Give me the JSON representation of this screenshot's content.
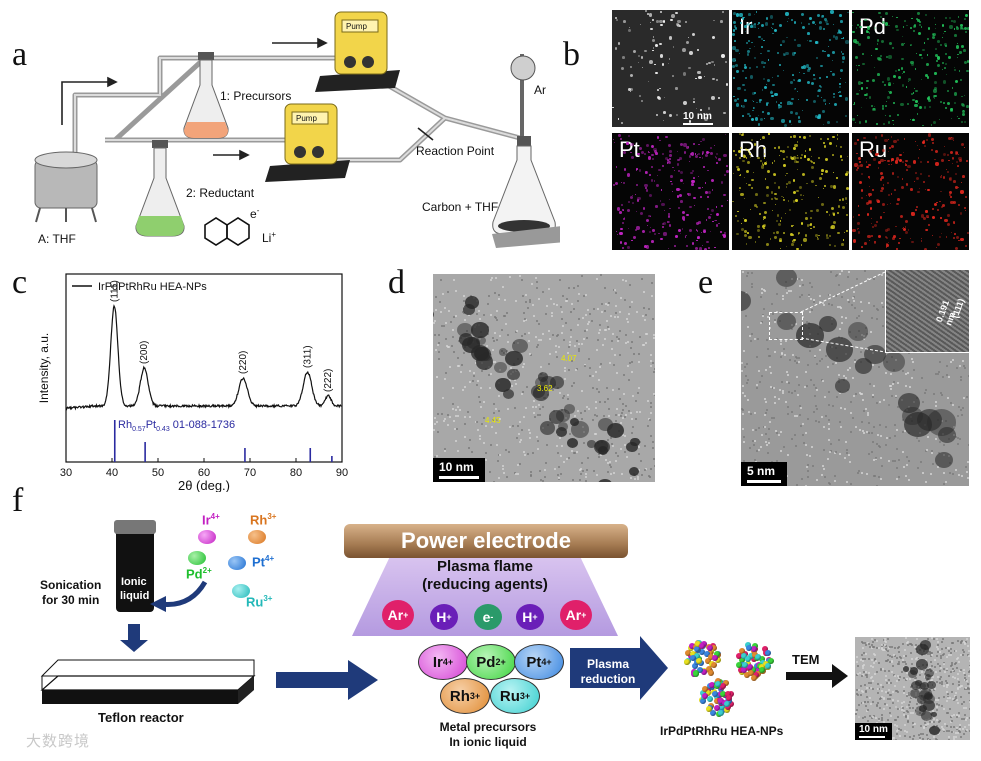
{
  "panels": {
    "a": "a",
    "b": "b",
    "c": "c",
    "d": "d",
    "e": "e",
    "f": "f"
  },
  "a": {
    "thf": "A: THF",
    "precursors": "1: Precursors",
    "reductant": "2: Reductant",
    "pump": "Pump",
    "reaction_point": "Reaction Point",
    "carbon_thf": "Carbon + THF",
    "ar": "Ar",
    "electron": "e",
    "electron_sup": "-",
    "lithium": "Li",
    "lithium_sup": "+"
  },
  "b": {
    "tiles": [
      {
        "label": "",
        "color": "#8a8a8a"
      },
      {
        "label": "Ir",
        "color": "#21b5c2"
      },
      {
        "label": "Pd",
        "color": "#22c25a"
      },
      {
        "label": "Pt",
        "color": "#c024c2"
      },
      {
        "label": "Rh",
        "color": "#d6cf22"
      },
      {
        "label": "Ru",
        "color": "#e0271e"
      }
    ],
    "scale": "10 nm"
  },
  "chart_data": {
    "type": "line",
    "legend": "IrPdPtRhRu HEA-NPs",
    "xlabel": "2θ (deg.)",
    "ylabel": "Intensity, a.u.",
    "xlim": [
      30,
      90
    ],
    "x_ticks": [
      30,
      40,
      50,
      60,
      70,
      80,
      90
    ],
    "peaks": [
      {
        "label": "(111)",
        "x": 40.5
      },
      {
        "label": "(200)",
        "x": 47
      },
      {
        "label": "(220)",
        "x": 68.5
      },
      {
        "label": "(311)",
        "x": 82.5
      },
      {
        "label": "(222)",
        "x": 87
      }
    ],
    "reference": {
      "label_main": "Rh",
      "label_sub1": "0.57",
      "label_mid": "Pt",
      "label_sub2": "0.43",
      "label_tail": " 01-088-1736",
      "lines": [
        40.6,
        47.2,
        68.9,
        83.1,
        87.8
      ]
    }
  },
  "d": {
    "scale": "10 nm",
    "annotations": [
      "4.07",
      "3.62",
      "4.45"
    ]
  },
  "e": {
    "scale": "5 nm",
    "d_spacing": "0.191 nm",
    "plane": "(111)"
  },
  "f": {
    "sonication": "Sonication\nfor 30 min",
    "sonication_l1": "Sonication",
    "sonication_l2": "for 30 min",
    "vial_l1": "Ionic",
    "vial_l2": "liquid",
    "ions": [
      {
        "el": "Ir",
        "ch": "4+",
        "color": "#c21fc2"
      },
      {
        "el": "Rh",
        "ch": "3+",
        "color": "#d9751f"
      },
      {
        "el": "Pd",
        "ch": "2+",
        "color": "#1fbf2e"
      },
      {
        "el": "Pt",
        "ch": "4+",
        "color": "#1f6fd1"
      },
      {
        "el": "Ru",
        "ch": "3+",
        "color": "#22b8b8"
      }
    ],
    "teflon": "Teflon reactor",
    "power_electrode": "Power electrode",
    "plasma_flame_l1": "Plasma flame",
    "plasma_flame_l2": "(reducing agents)",
    "plasma_species": [
      {
        "s": "Ar",
        "c": "+",
        "color": "#e0206a"
      },
      {
        "s": "H",
        "c": "+",
        "color": "#6a1fb8"
      },
      {
        "s": "e",
        "c": "-",
        "color": "#2a9a6a"
      },
      {
        "s": "H",
        "c": "+",
        "color": "#6a1fb8"
      },
      {
        "s": "Ar",
        "c": "+",
        "color": "#e0206a"
      }
    ],
    "precursor_ions": [
      {
        "el": "Ir",
        "ch": "4+",
        "color": "#d43fd4"
      },
      {
        "el": "Pd",
        "ch": "2+",
        "color": "#3ad43a"
      },
      {
        "el": "Pt",
        "ch": "4+",
        "color": "#3a86e0"
      },
      {
        "el": "Rh",
        "ch": "3+",
        "color": "#e08a30"
      },
      {
        "el": "Ru",
        "ch": "3+",
        "color": "#3acfcf"
      }
    ],
    "metal_l1": "Metal precursors",
    "metal_l2": "In ionic liquid",
    "plasma_red_l1": "Plasma",
    "plasma_red_l2": "reduction",
    "hea": "IrPdPtRhRu HEA-NPs",
    "tem": "TEM",
    "tem_scale": "10 nm",
    "watermark": "大数跨境"
  }
}
